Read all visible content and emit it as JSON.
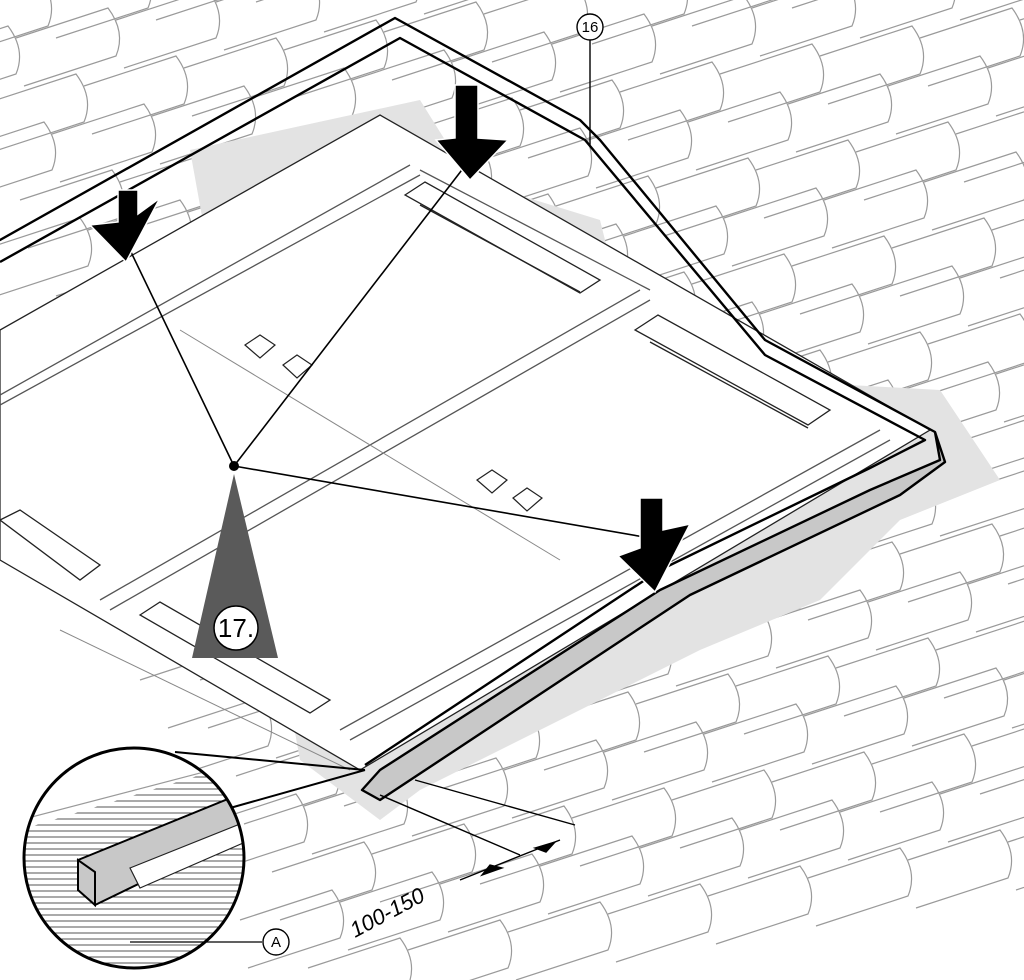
{
  "figure": {
    "part_callout": "16",
    "step_label": "17.",
    "dimension_label": "100-150",
    "detail_callout": "A"
  },
  "colors": {
    "line": "#000000",
    "tile_line": "#9a9a9a",
    "flashing_fill": "#c8c8c8",
    "roof_shade": "#e3e3e3",
    "step_fill": "#5a5a5a",
    "arrow_fill": "#000000"
  }
}
